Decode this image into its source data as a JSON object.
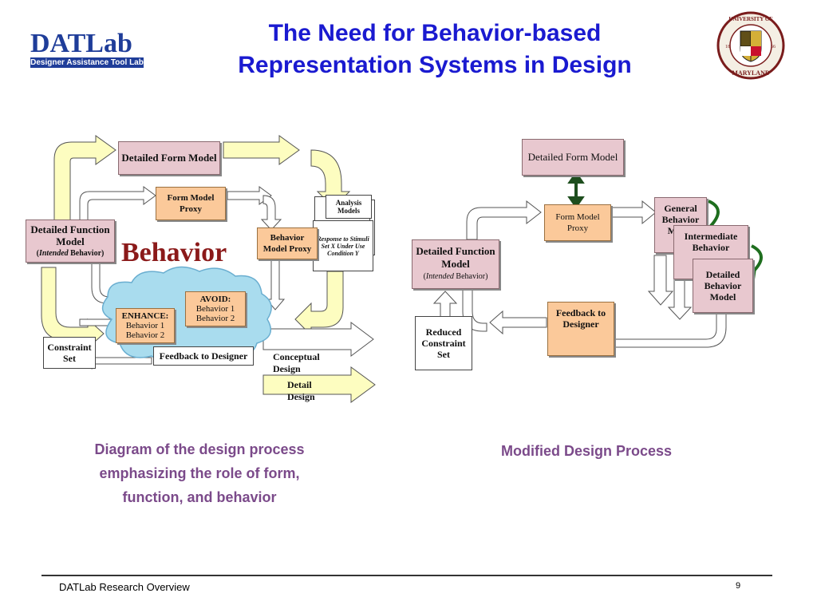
{
  "slide": {
    "title_line1": "The Need for Behavior-based",
    "title_line2": "Representation Systems in Design",
    "footer_text": "DATLab Research Overview",
    "page_number": "9"
  },
  "logos": {
    "datlab_big": "DATLab",
    "datlab_sub": "Designer Assistance Tool Lab",
    "umd_top": "UNIVERSITY OF",
    "umd_bottom": "MARYLAND",
    "umd_year_left": "18",
    "umd_year_right": "56"
  },
  "left_diagram": {
    "detailed_form_model": "Detailed Form Model",
    "form_model_proxy": "Form Model Proxy",
    "analysis_models": "Analysis Models",
    "response_note": "Response to Stimuli Set X Under Use Condition Y",
    "behavior_model_proxy": "Behavior Model Proxy",
    "detailed_function_model": "Detailed Function Model",
    "intended_label": "Intended",
    "behavior_small": "Behavior",
    "behavior_big": "Behavior",
    "avoid_label": "AVOID:",
    "avoid_b1": "Behavior 1",
    "avoid_b2": "Behavior 2",
    "enhance_label": "ENHANCE:",
    "enhance_b1": "Behavior 1",
    "enhance_b2": "Behavior 2",
    "constraint_set": "Constraint Set",
    "feedback_to_designer": "Feedback to Designer",
    "conceptual_design": "Conceptual Design",
    "detail_design": "Detail Design"
  },
  "right_diagram": {
    "detailed_form_model": "Detailed Form Model",
    "form_model_proxy": "Form Model Proxy",
    "general_behavior_model": "General Behavior Model",
    "intermediate_behavior": "Intermediate Behavior",
    "detailed_behavior_model": "Detailed Behavior Model",
    "detailed_function_model": "Detailed Function Model",
    "intended_label": "Intended",
    "behavior_small": "Behavior",
    "feedback_to_designer": "Feedback to Designer",
    "reduced_constraint_set": "Reduced Constraint Set"
  },
  "captions": {
    "left_l1": "Diagram of the design process",
    "left_l2": "emphasizing the role of form,",
    "left_l3": "function, and behavior",
    "right": "Modified Design Process"
  },
  "colors": {
    "title": "#1a1ad0",
    "caption": "#7b4a8a",
    "pink_box": "#e8c8cf",
    "peach_box": "#fbc99a",
    "yellow_arrow": "#fdfdc0",
    "behavior_text": "#8b1a1a",
    "cloud": "#a9dcee"
  }
}
